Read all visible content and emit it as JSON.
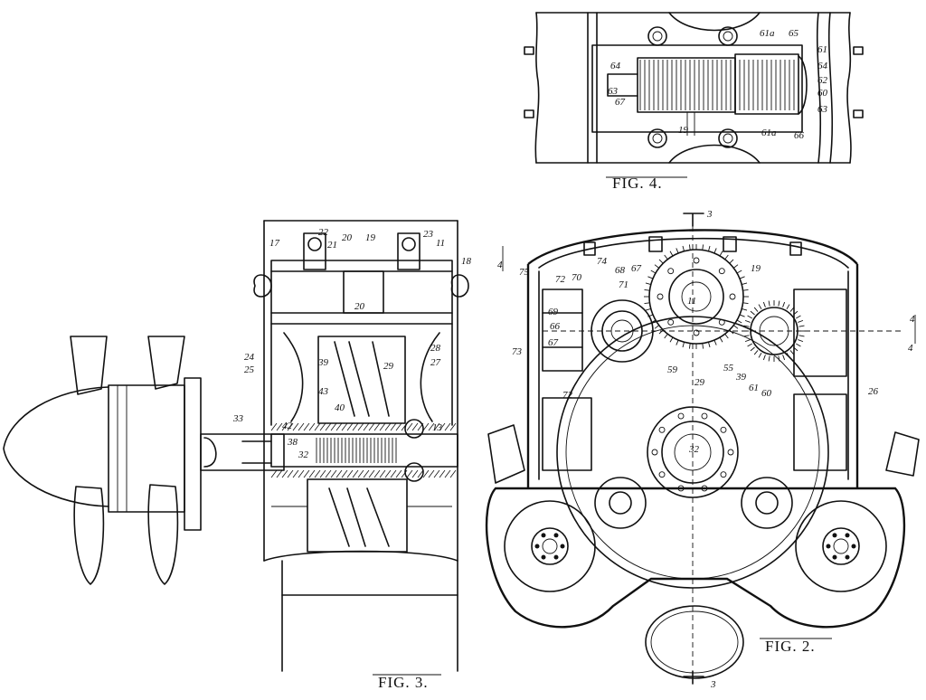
{
  "figures": [
    {
      "id": "fig-4",
      "caption": "FIG. 4."
    },
    {
      "id": "fig-3",
      "caption": "FIG. 3."
    },
    {
      "id": "fig-2",
      "caption": "FIG. 2."
    }
  ],
  "fig4_labels": [
    "61a",
    "65",
    "61",
    "64",
    "62",
    "60",
    "63",
    "64",
    "63",
    "67",
    "19",
    "61a",
    "66"
  ],
  "fig3_labels": [
    "17",
    "22",
    "21",
    "20",
    "19",
    "23",
    "11",
    "18",
    "20",
    "24",
    "25",
    "39",
    "29",
    "28",
    "27",
    "43",
    "40",
    "42",
    "33",
    "38",
    "32",
    "13"
  ],
  "fig2_labels": [
    "3",
    "4",
    "4",
    "75",
    "72",
    "70",
    "74",
    "68",
    "67",
    "71",
    "11",
    "19",
    "69",
    "66",
    "67",
    "73",
    "72",
    "59",
    "29",
    "55",
    "39",
    "61",
    "60",
    "26",
    "32",
    "3",
    "4"
  ],
  "section_marks": {
    "top": "3",
    "bottom": "3",
    "left": "4",
    "right": "4"
  }
}
